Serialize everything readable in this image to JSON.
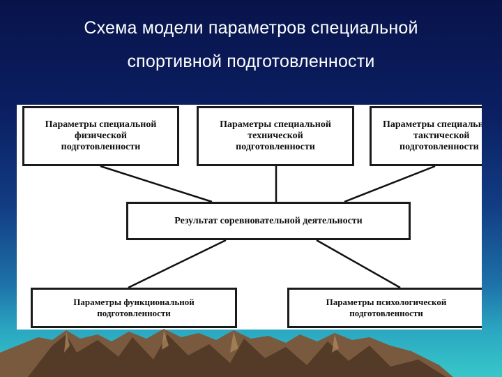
{
  "slide": {
    "title_line1": "Схема модели параметров специальной",
    "title_line2": "спортивной  подготовленности"
  },
  "diagram": {
    "boxes": {
      "physical": [
        "Параметры специальной",
        "физической",
        "подготовленности"
      ],
      "technical": [
        "Параметры специальной",
        "технической",
        "подготовленности"
      ],
      "tactical": [
        "Параметры специальной",
        "тактической",
        "подготовленности"
      ],
      "result": "Результат соревновательной деятельности",
      "functional": [
        "Параметры функциональной",
        "подготовленности"
      ],
      "psychological": [
        "Параметры психологической",
        "подготовленности"
      ]
    }
  },
  "colors": {
    "background_top": "#08134a",
    "background_bottom": "#37c7c9",
    "title_text": "#ffffff",
    "diagram_bg": "#ffffff",
    "box_border": "#1a1a1a"
  }
}
